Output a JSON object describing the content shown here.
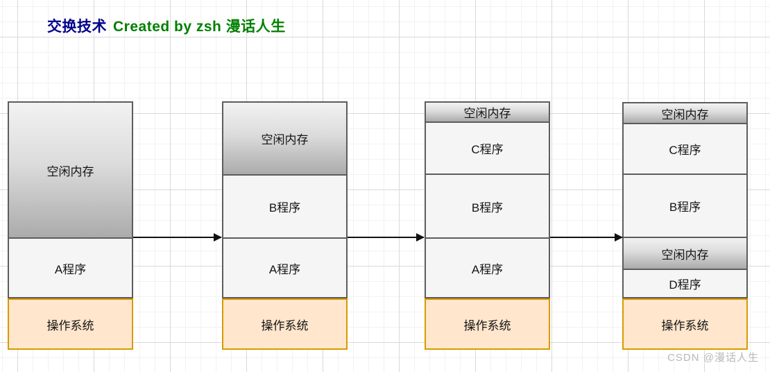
{
  "title": {
    "main": "交换技术",
    "credit": "Created by zsh 漫话人生"
  },
  "colors": {
    "title_main": "#00008b",
    "title_credit": "#008000",
    "free_gradient_top": "#f2f2f2",
    "free_gradient_bottom": "#ababab",
    "program_fill": "#f5f5f5",
    "os_fill": "#ffe6cc",
    "os_border": "#d79b00",
    "block_border": "#5c5c5c",
    "arrow": "#111111"
  },
  "diagram": {
    "columns": [
      {
        "id": "stage-1",
        "blocks": [
          {
            "label": "空闲内存",
            "type": "free"
          },
          {
            "label": "A程序",
            "type": "program"
          },
          {
            "label": "操作系统",
            "type": "os"
          }
        ]
      },
      {
        "id": "stage-2",
        "blocks": [
          {
            "label": "空闲内存",
            "type": "free"
          },
          {
            "label": "B程序",
            "type": "program"
          },
          {
            "label": "A程序",
            "type": "program"
          },
          {
            "label": "操作系统",
            "type": "os"
          }
        ]
      },
      {
        "id": "stage-3",
        "blocks": [
          {
            "label": "空闲内存",
            "type": "free"
          },
          {
            "label": "C程序",
            "type": "program"
          },
          {
            "label": "B程序",
            "type": "program"
          },
          {
            "label": "A程序",
            "type": "program"
          },
          {
            "label": "操作系统",
            "type": "os"
          }
        ]
      },
      {
        "id": "stage-4",
        "blocks": [
          {
            "label": "空闲内存",
            "type": "free"
          },
          {
            "label": "C程序",
            "type": "program"
          },
          {
            "label": "B程序",
            "type": "program"
          },
          {
            "label": "空闲内存",
            "type": "free"
          },
          {
            "label": "D程序",
            "type": "program"
          },
          {
            "label": "操作系统",
            "type": "os"
          }
        ]
      }
    ]
  },
  "watermark": "CSDN @漫话人生"
}
